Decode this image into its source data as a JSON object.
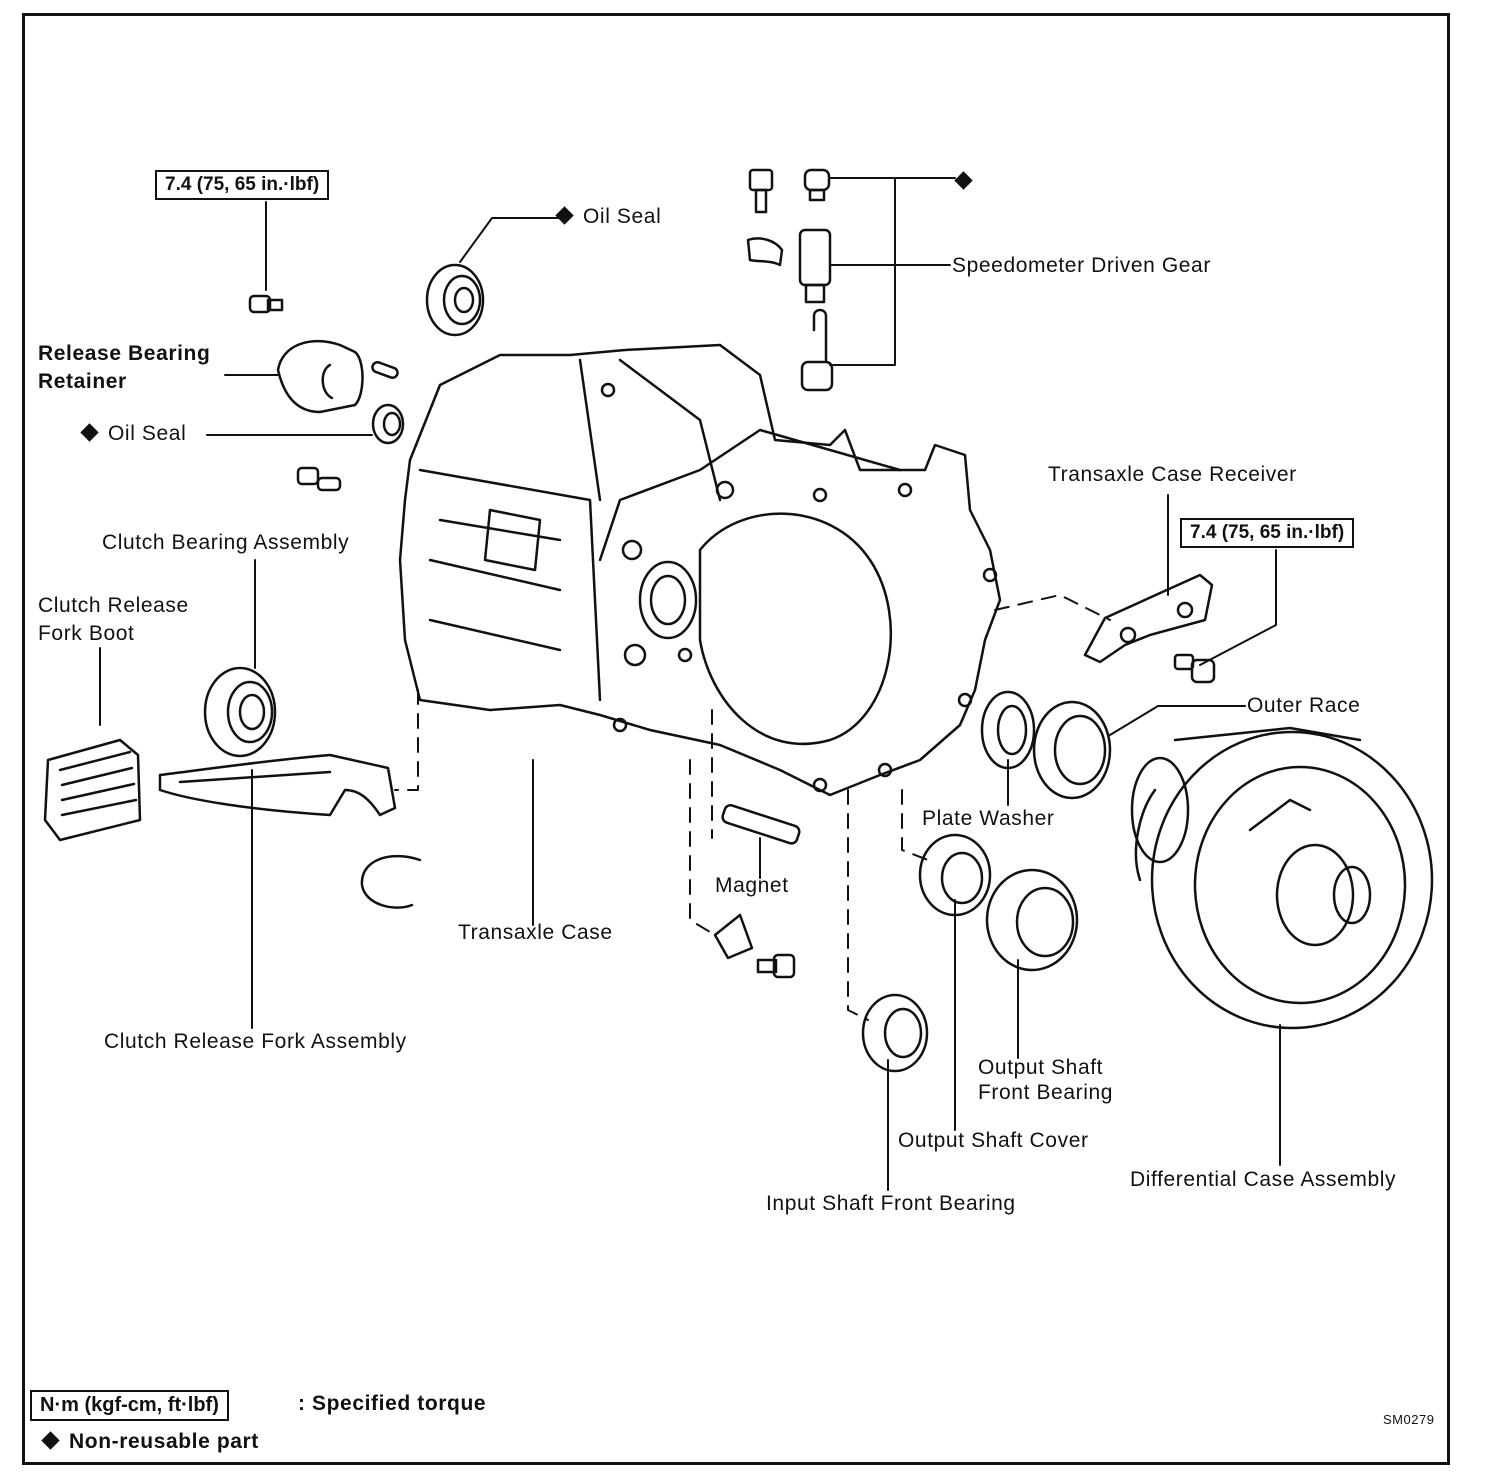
{
  "diagram": {
    "torque_spec": "7.4 (75, 65 in.·lbf)",
    "non_reusable_symbol": "diamond-icon",
    "labels": {
      "oil_seal_top": "Oil Seal",
      "speedometer_driven_gear": "Speedometer Driven Gear",
      "release_bearing_retainer_line1": "Release Bearing",
      "release_bearing_retainer_line2": "Retainer",
      "oil_seal_left": "Oil Seal",
      "clutch_bearing_assembly": "Clutch Bearing Assembly",
      "clutch_release_fork_boot_line1": "Clutch Release",
      "clutch_release_fork_boot_line2": "Fork Boot",
      "transaxle_case_receiver": "Transaxle Case Receiver",
      "outer_race": "Outer Race",
      "plate_washer": "Plate Washer",
      "magnet": "Magnet",
      "transaxle_case": "Transaxle Case",
      "clutch_release_fork_assembly": "Clutch Release Fork Assembly",
      "output_shaft_front_bearing_line1": "Output Shaft",
      "output_shaft_front_bearing_line2": "Front Bearing",
      "output_shaft_cover": "Output Shaft Cover",
      "differential_case_assembly": "Differential Case Assembly",
      "input_shaft_front_bearing": "Input Shaft Front Bearing"
    }
  },
  "legend": {
    "torque_unit": "N·m (kgf-cm, ft·lbf)",
    "torque_desc": ":  Specified torque",
    "non_reusable_desc": "Non-reusable part"
  },
  "figure_code": "SM0279"
}
